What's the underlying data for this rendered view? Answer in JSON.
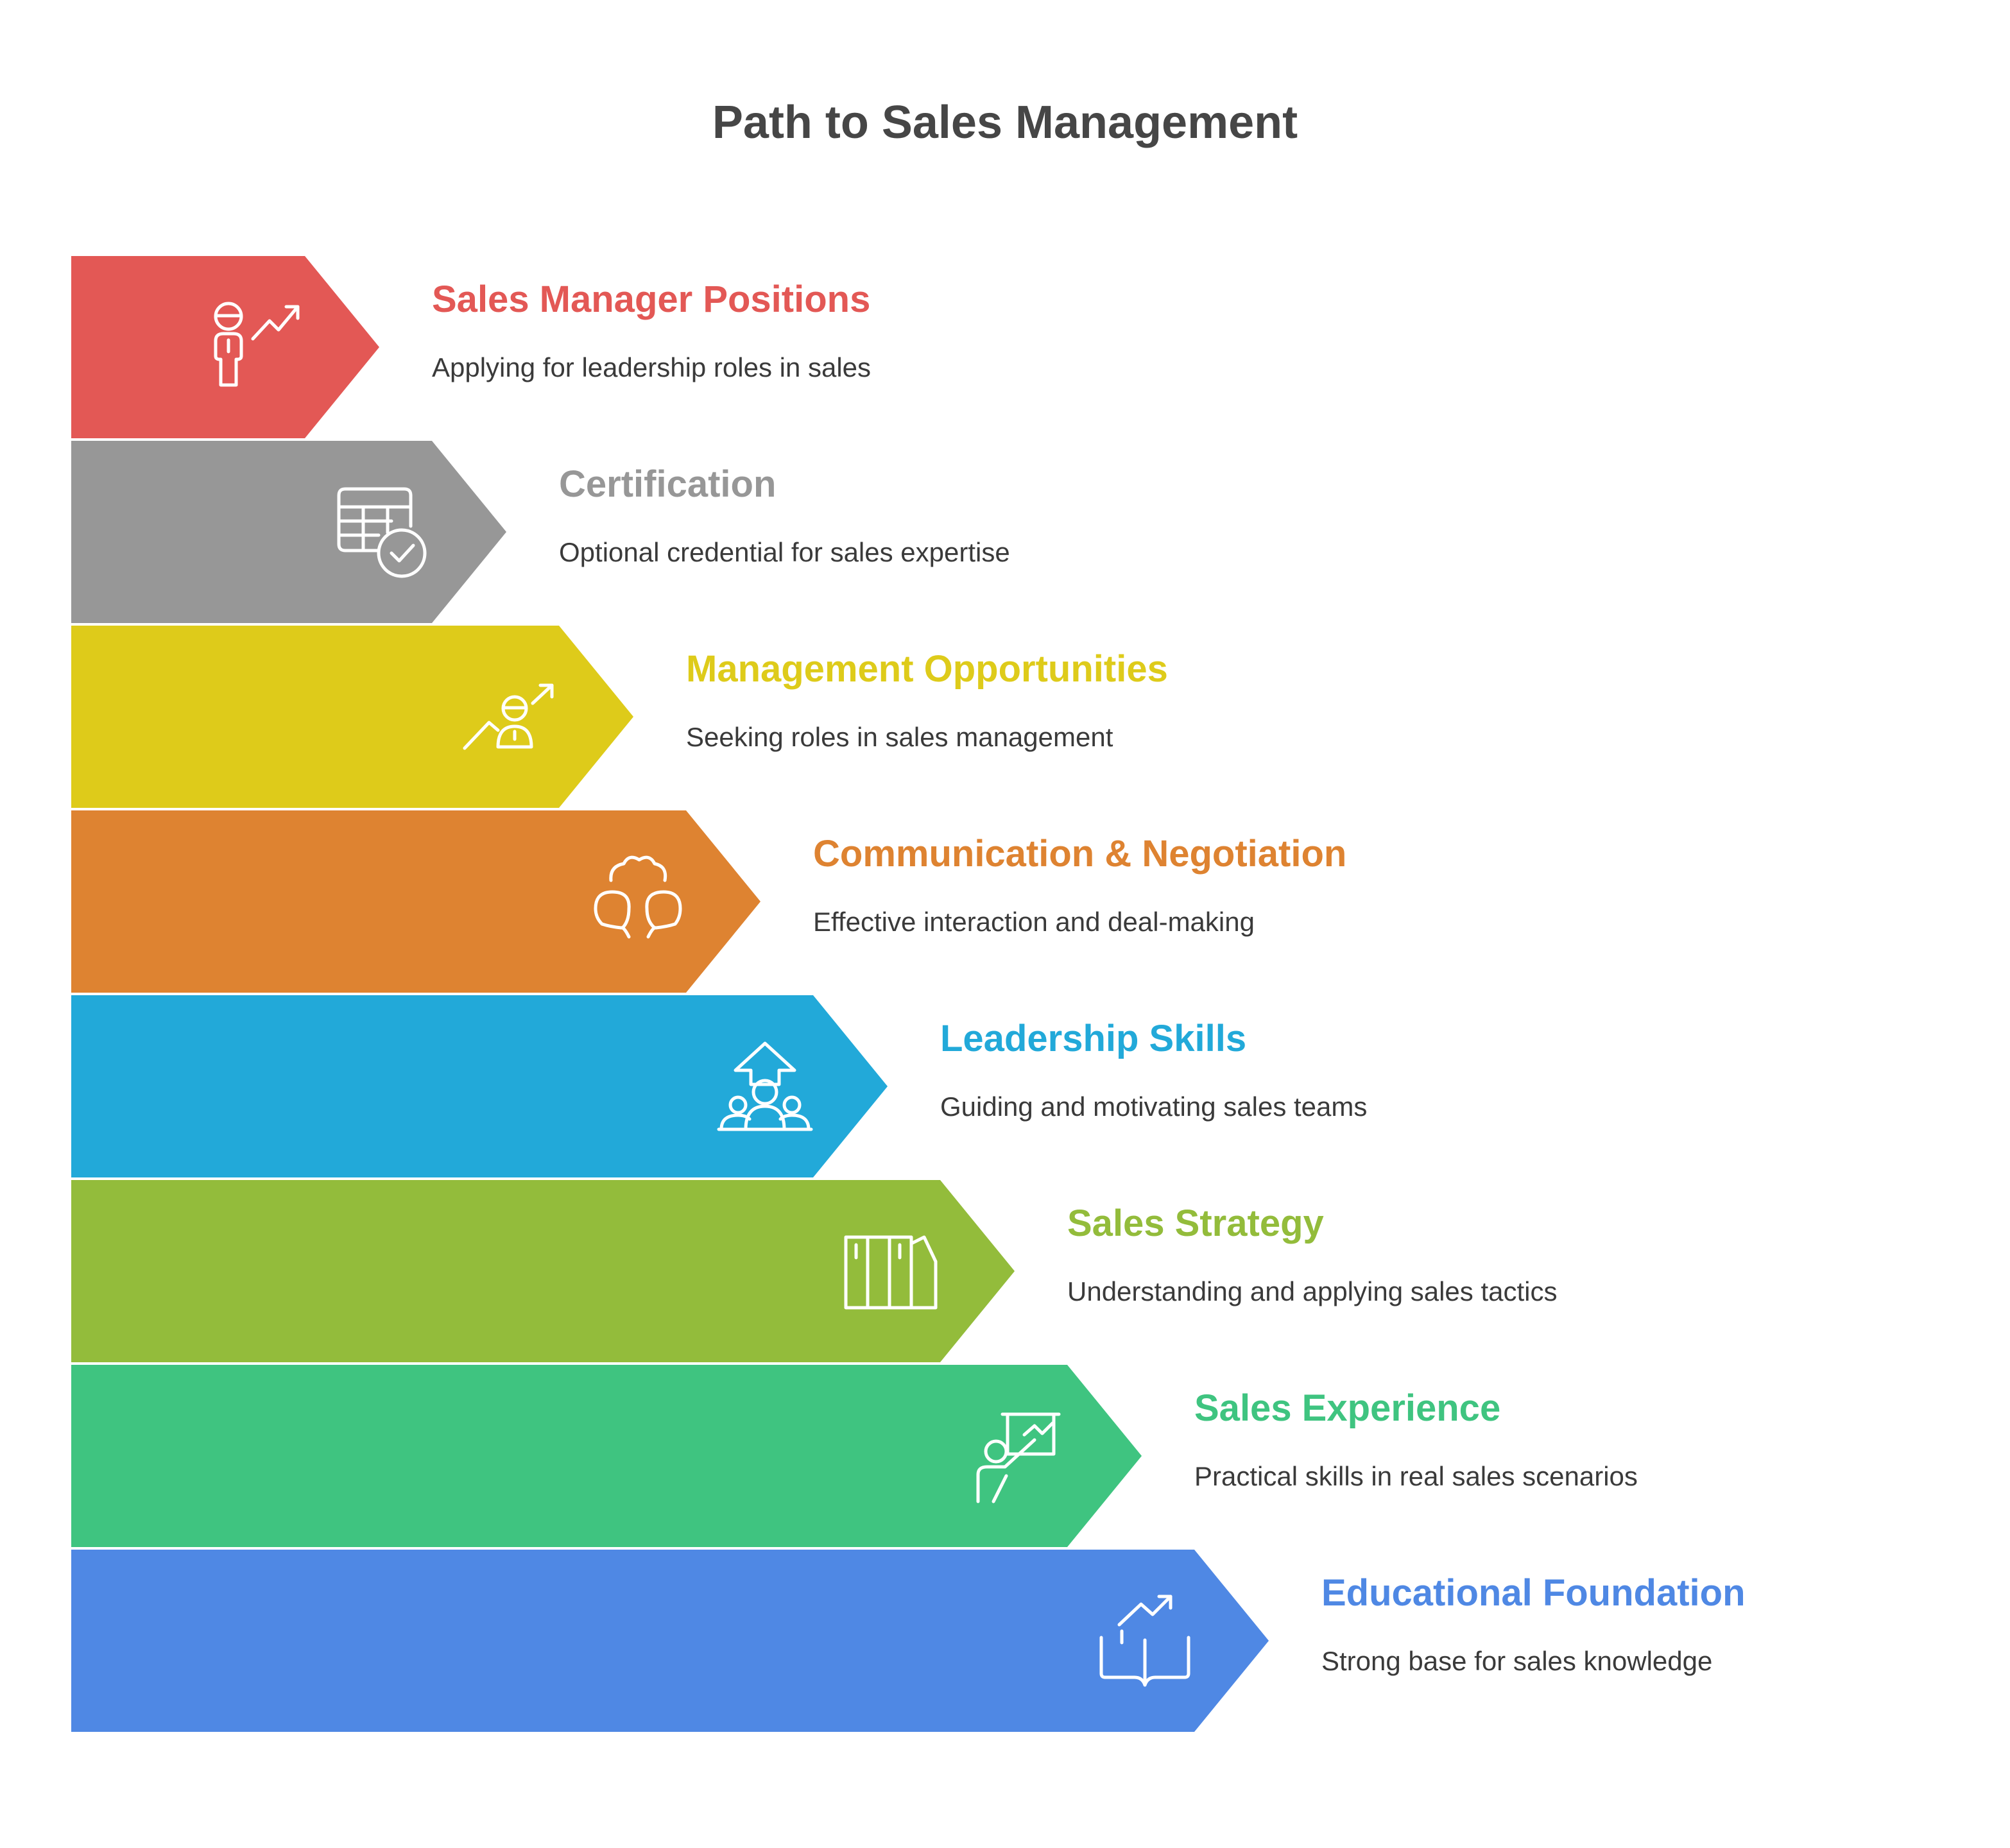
{
  "title": "Path to Sales Management",
  "steps": [
    {
      "title": "Sales Manager Positions",
      "description": "Applying for leadership roles in sales",
      "color": "#e35855",
      "icon": "person-growth-icon"
    },
    {
      "title": "Certification",
      "description": "Optional credential for sales expertise",
      "color": "#979797",
      "icon": "certificate-check-icon"
    },
    {
      "title": "Management Opportunities",
      "description": "Seeking roles in sales management",
      "color": "#decb1a",
      "icon": "manager-growth-icon"
    },
    {
      "title": "Communication & Negotiation",
      "description": "Effective interaction and deal-making",
      "color": "#de8331",
      "icon": "two-people-talk-icon"
    },
    {
      "title": "Leadership Skills",
      "description": "Guiding and motivating sales teams",
      "color": "#22a9d9",
      "icon": "team-leader-icon"
    },
    {
      "title": "Sales Strategy",
      "description": "Understanding and applying sales tactics",
      "color": "#93bc3b",
      "icon": "books-icon"
    },
    {
      "title": "Sales Experience",
      "description": "Practical skills in real sales scenarios",
      "color": "#3fc480",
      "icon": "presenter-chart-icon"
    },
    {
      "title": "Educational Foundation",
      "description": "Strong base for sales knowledge",
      "color": "#4f88e4",
      "icon": "book-growth-icon"
    }
  ]
}
